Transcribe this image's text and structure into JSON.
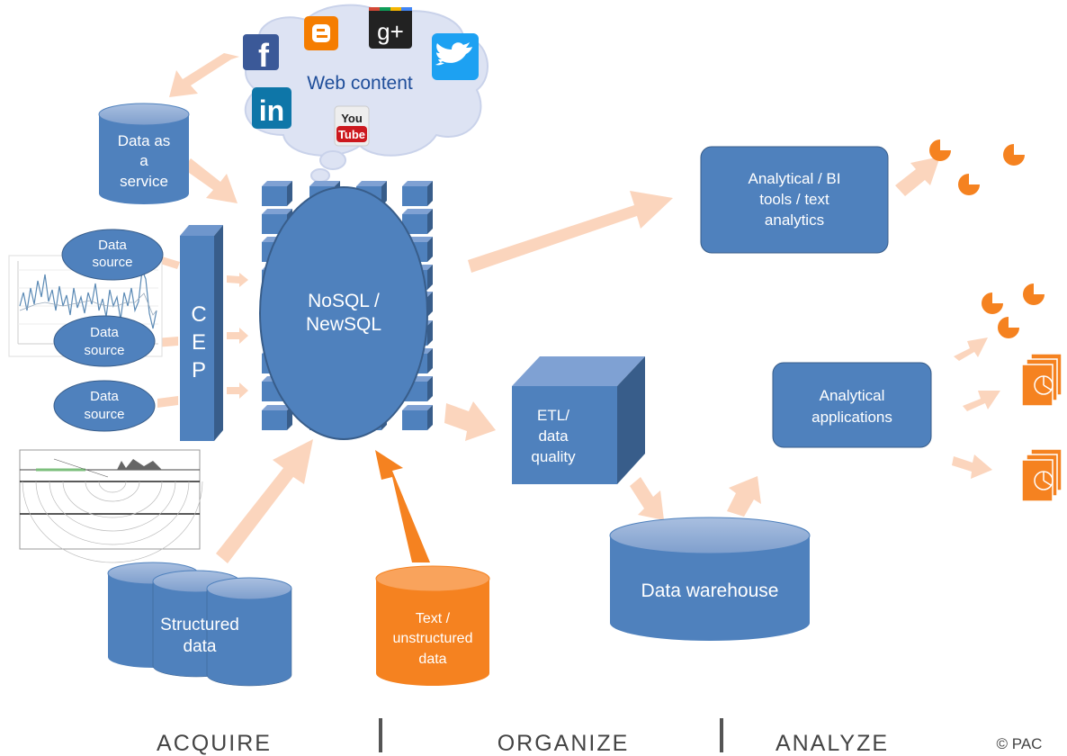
{
  "cloud": {
    "label": "Web content",
    "icons": [
      "facebook-icon",
      "blogger-icon",
      "google-plus-icon",
      "twitter-icon",
      "linkedin-icon",
      "youtube-icon"
    ],
    "gplus_text": "g+",
    "linkedin_text": "in",
    "youtube_top": "You",
    "youtube_bottom": "Tube"
  },
  "daas": {
    "line1": "Data as",
    "line2": "a",
    "line3": "service"
  },
  "sources": [
    {
      "line1": "Data",
      "line2": "source"
    },
    {
      "line1": "Data",
      "line2": "source"
    },
    {
      "line1": "Data",
      "line2": "source"
    }
  ],
  "cep": {
    "c": "C",
    "e": "E",
    "p": "P"
  },
  "nosql": {
    "line1": "NoSQL /",
    "line2": "NewSQL"
  },
  "structured": {
    "line1": "Structured",
    "line2": "data"
  },
  "text_data": {
    "line1": "Text /",
    "line2": "unstructured",
    "line3": "data"
  },
  "etl": {
    "line1": "ETL/",
    "line2": "data",
    "line3": "quality"
  },
  "warehouse": {
    "label": "Data warehouse"
  },
  "bi": {
    "line1": "Analytical / BI",
    "line2": "tools / text",
    "line3": "analytics"
  },
  "apps": {
    "line1": "Analytical",
    "line2": "applications"
  },
  "phases": {
    "acquire": "ACQUIRE",
    "organize": "ORGANIZE",
    "analyze": "ANALYZE"
  },
  "copyright": "© PAC",
  "colors": {
    "blue": "#4f81bd",
    "blue_dark": "#385d8a",
    "orange": "#f58220",
    "arrow": "#fbd5bd",
    "cloud": "#dde3f3"
  }
}
